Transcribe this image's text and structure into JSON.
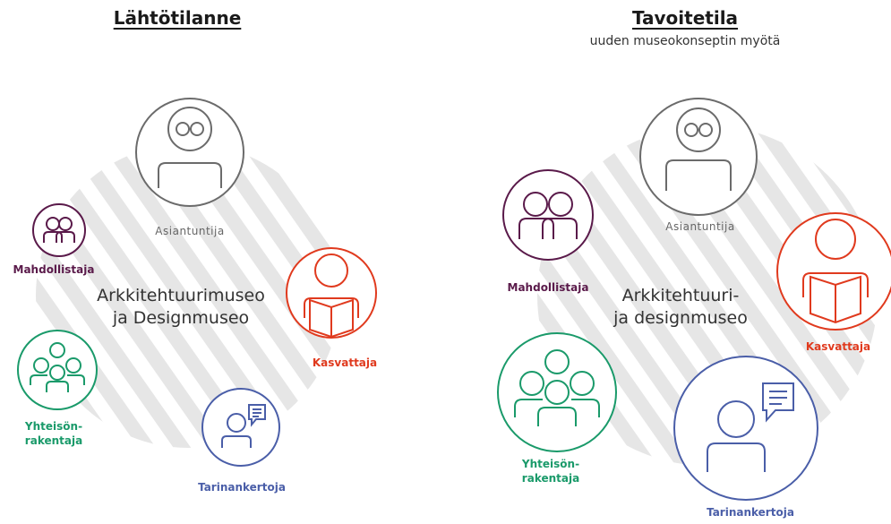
{
  "left": {
    "heading": "Lähtötilanne",
    "center_line1": "Arkkitehtuurimuseo",
    "center_line2": "ja Designmuseo",
    "roles": {
      "asiantuntija": "Asiantuntija",
      "mahdollistaja": "Mahdollistaja",
      "kasvattaja": "Kasvattaja",
      "yhteison_line1": "Yhteisön-",
      "yhteison_line2": "rakentaja",
      "tarinankertoja": "Tarinankertoja"
    }
  },
  "right": {
    "heading": "Tavoitetila",
    "subheading": "uuden museokonseptin myötä",
    "center_line1": "Arkkitehtuuri-",
    "center_line2": "ja designmuseo",
    "roles": {
      "asiantuntija": "Asiantuntija",
      "mahdollistaja": "Mahdollistaja",
      "kasvattaja": "Kasvattaja",
      "yhteison_line1": "Yhteisön-",
      "yhteison_line2": "rakentaja",
      "tarinankertoja": "Tarinankertoja"
    }
  },
  "colors": {
    "asiantuntija": "#6b6b6b",
    "mahdollistaja": "#5a1a4a",
    "kasvattaja": "#e03a1e",
    "yhteisonrakentaja": "#1a9a6a",
    "tarinankertoja": "#4a5ea8",
    "stripes": "#e6e6e6"
  }
}
